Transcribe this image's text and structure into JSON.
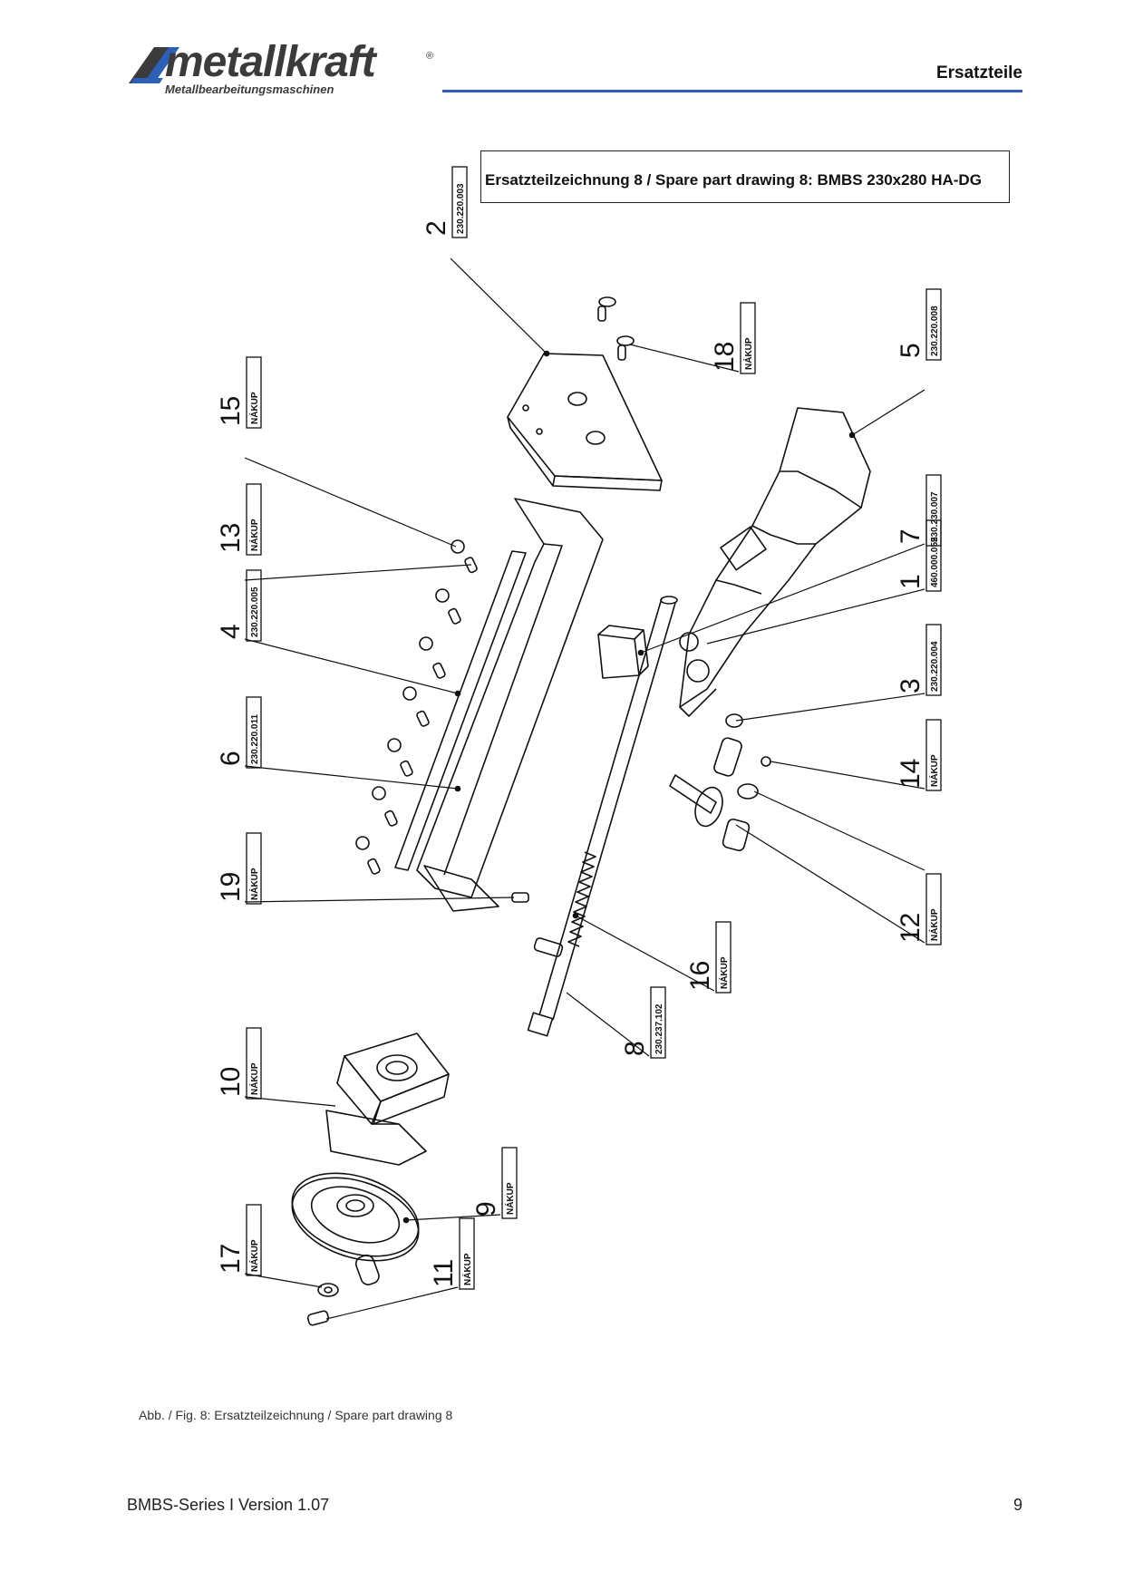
{
  "header": {
    "brand": "metallkraft",
    "brand_sub": "Metallbearbeitungsmaschinen",
    "registered": "®",
    "section": "Ersatzteile"
  },
  "title": "Ersatzteilzeichnung 8 /  Spare part drawing 8: BMBS 230x280 HA-DG",
  "callouts": [
    {
      "num": "1",
      "code": "460.000.055"
    },
    {
      "num": "2",
      "code": "230.220.003"
    },
    {
      "num": "3",
      "code": "230.220.004"
    },
    {
      "num": "4",
      "code": "230.220.005"
    },
    {
      "num": "5",
      "code": "230.220.008"
    },
    {
      "num": "6",
      "code": "230.220.011"
    },
    {
      "num": "7",
      "code": "230.230.007"
    },
    {
      "num": "8",
      "code": "230.237.102"
    },
    {
      "num": "9",
      "code": "NÁKUP"
    },
    {
      "num": "10",
      "code": "NÁKUP"
    },
    {
      "num": "11",
      "code": "NÁKUP"
    },
    {
      "num": "12",
      "code": "NÁKUP"
    },
    {
      "num": "13",
      "code": "NÁKUP"
    },
    {
      "num": "14",
      "code": "NÁKUP"
    },
    {
      "num": "15",
      "code": "NÁKUP"
    },
    {
      "num": "16",
      "code": "NÁKUP"
    },
    {
      "num": "17",
      "code": "NÁKUP"
    },
    {
      "num": "18",
      "code": "NÁKUP"
    },
    {
      "num": "19",
      "code": "NÁKUP"
    }
  ],
  "caption": "Abb. / Fig. 8: Ersatzteilzeichnung / Spare part drawing 8",
  "footer": {
    "left": "BMBS-Series I Version 1.07",
    "page": "9"
  }
}
